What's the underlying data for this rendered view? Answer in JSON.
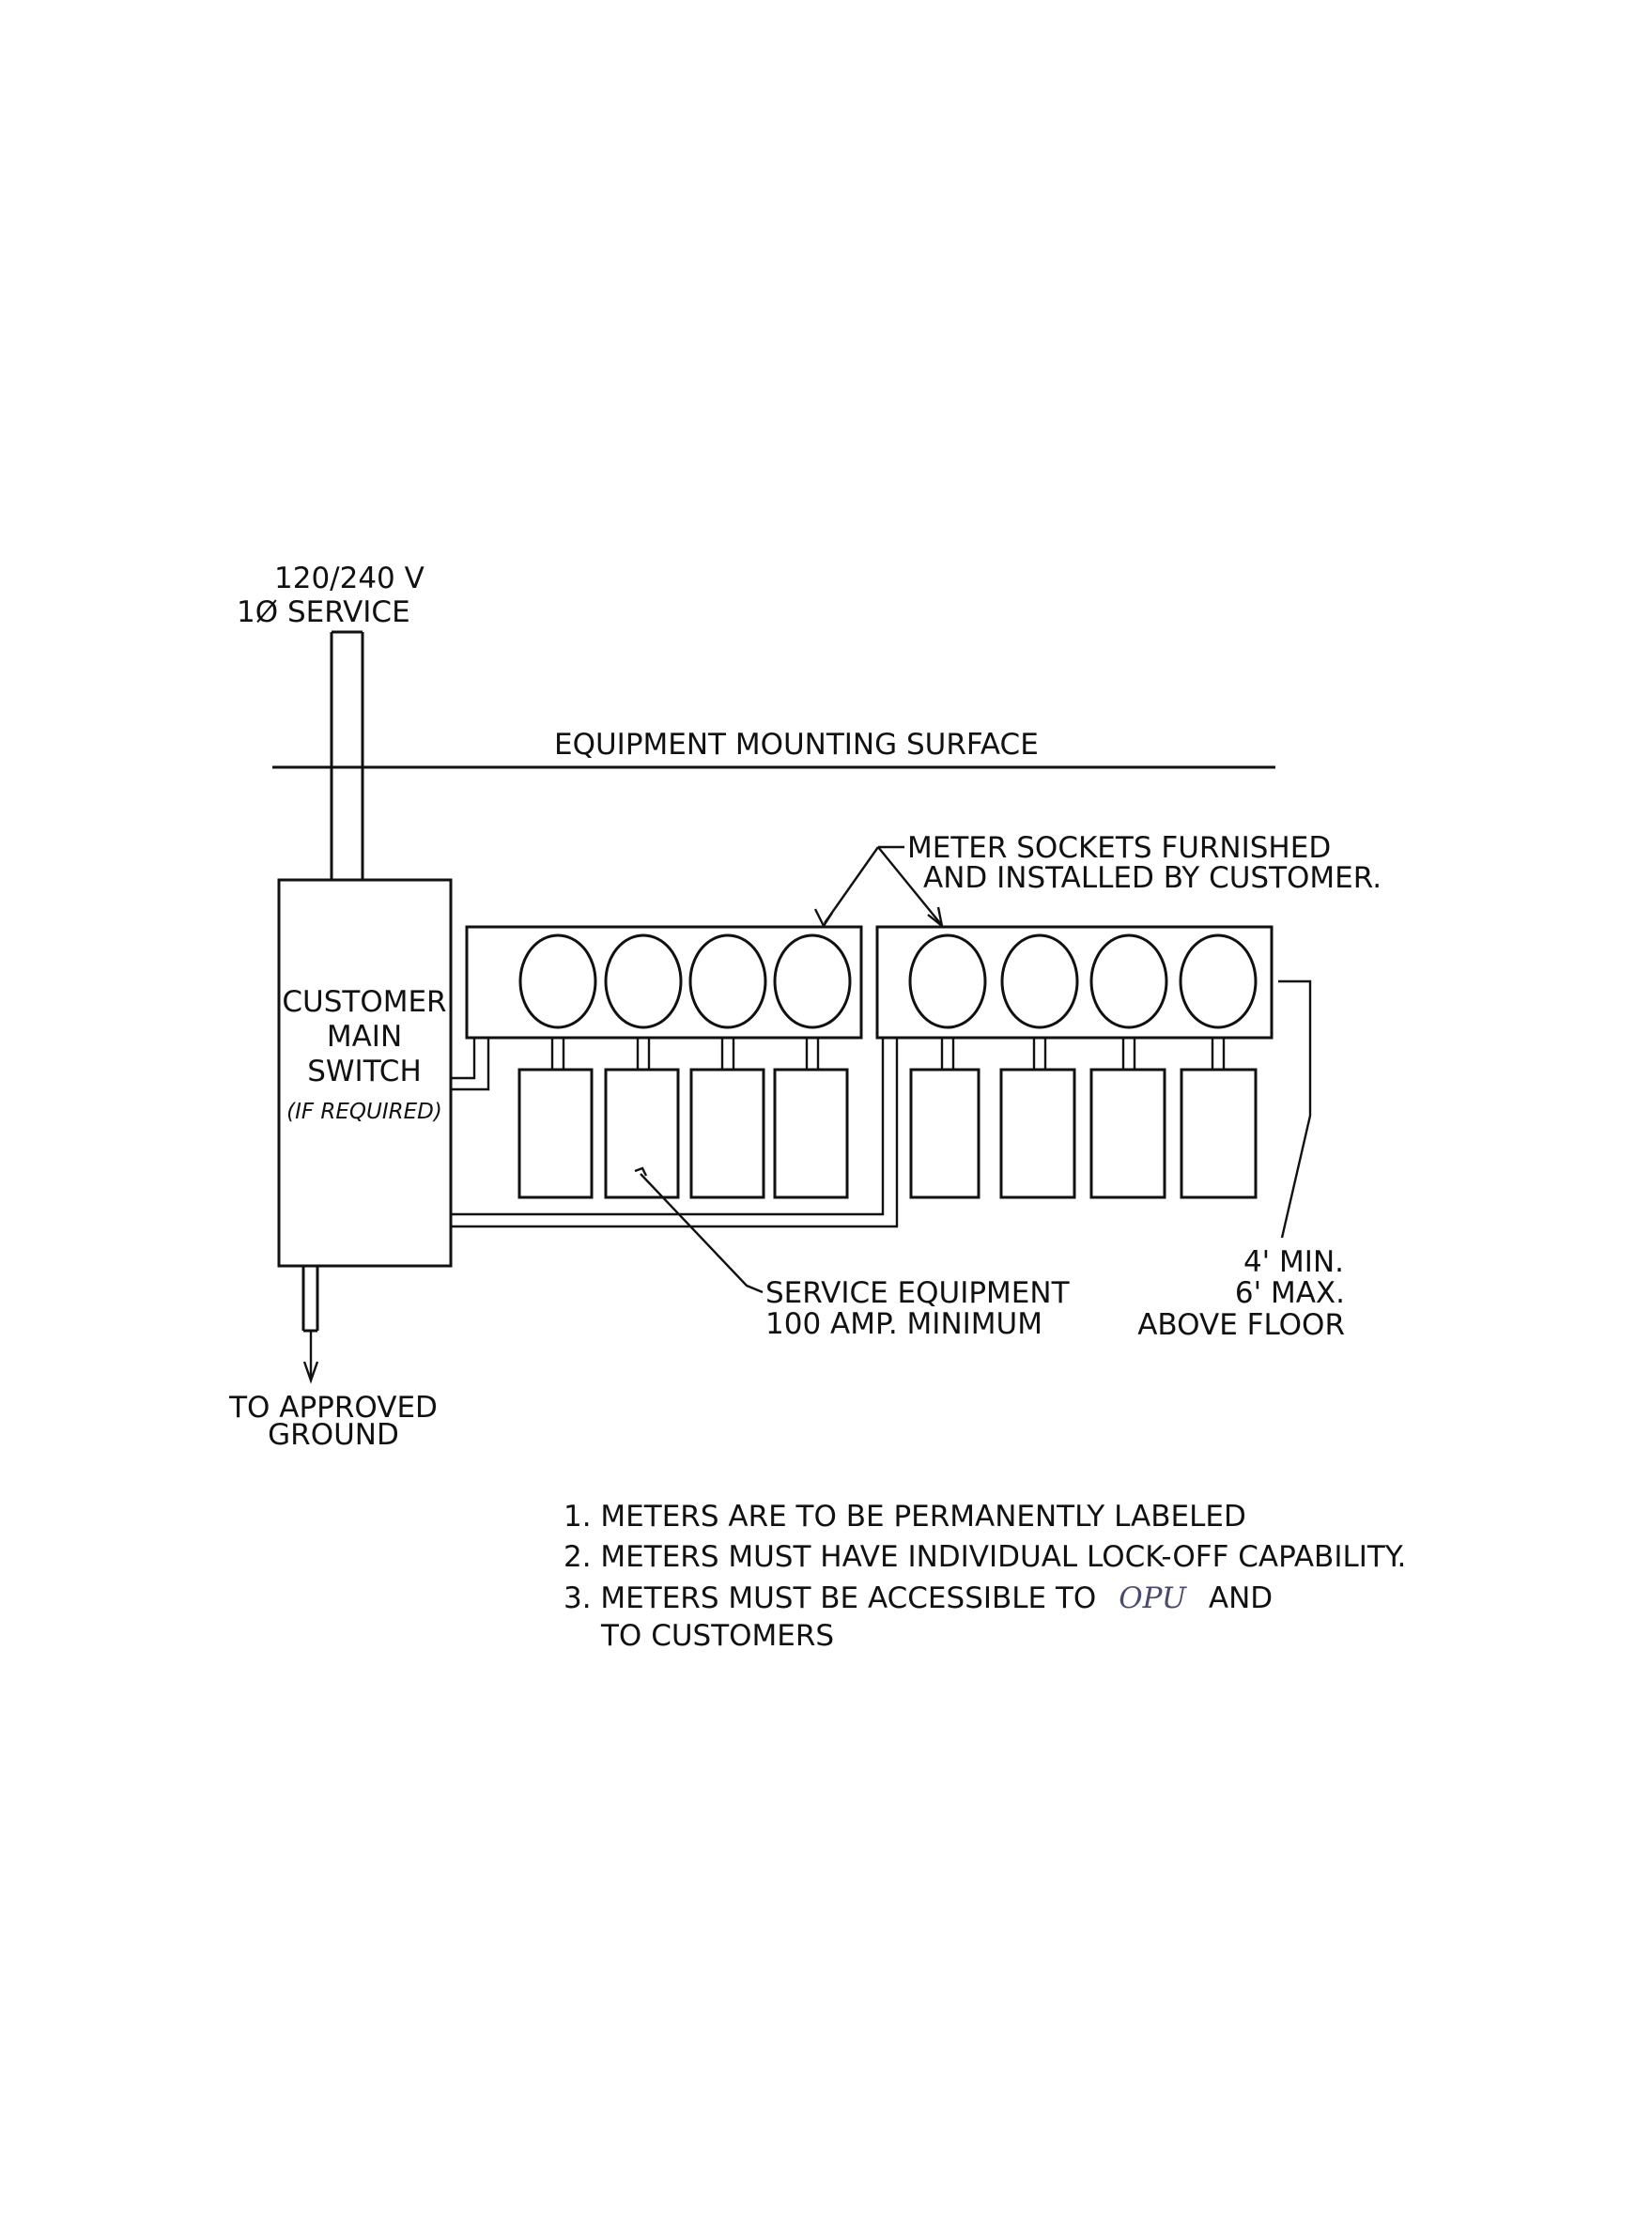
{
  "labels": {
    "service_voltage": "120/240 V",
    "service_phase": "1Ø SERVICE",
    "mounting_surface": "EQUIPMENT MOUNTING SURFACE",
    "sockets_line1": "METER SOCKETS FURNISHED",
    "sockets_line2": "AND INSTALLED BY CUSTOMER.",
    "switch_line1": "CUSTOMER",
    "switch_line2": "MAIN",
    "switch_line3": "SWITCH",
    "switch_line4": "(IF REQUIRED)",
    "service_eq_line1": "SERVICE EQUIPMENT",
    "service_eq_line2": "100 AMP. MINIMUM",
    "height_line1": "4' MIN.",
    "height_line2": "6' MAX.",
    "height_line3": "ABOVE FLOOR",
    "ground_line1": "TO APPROVED",
    "ground_line2": "GROUND"
  },
  "notes": {
    "note1": "1. METERS ARE TO BE PERMANENTLY LABELED",
    "note2": "2. METERS MUST HAVE INDIVIDUAL LOCK-OFF CAPABILITY.",
    "note3_prefix": "3. METERS MUST BE ACCESSIBLE TO",
    "note3_handwritten": "OPU",
    "note3_suffix": "AND",
    "note3_line2": "TO CUSTOMERS"
  }
}
